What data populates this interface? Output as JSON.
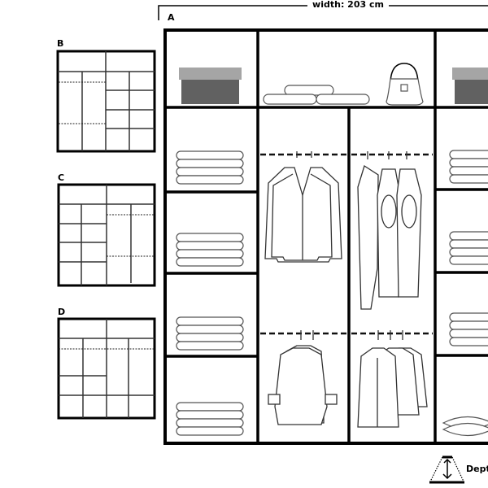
{
  "dimension": {
    "width_label": "width: 203 cm",
    "depth_label": "Dept"
  },
  "variants": {
    "a": "A",
    "b": "B",
    "c": "C",
    "d": "D"
  },
  "colors": {
    "box_lid": "#a5a5a5",
    "box_body": "#616161",
    "lines": "#000000"
  }
}
